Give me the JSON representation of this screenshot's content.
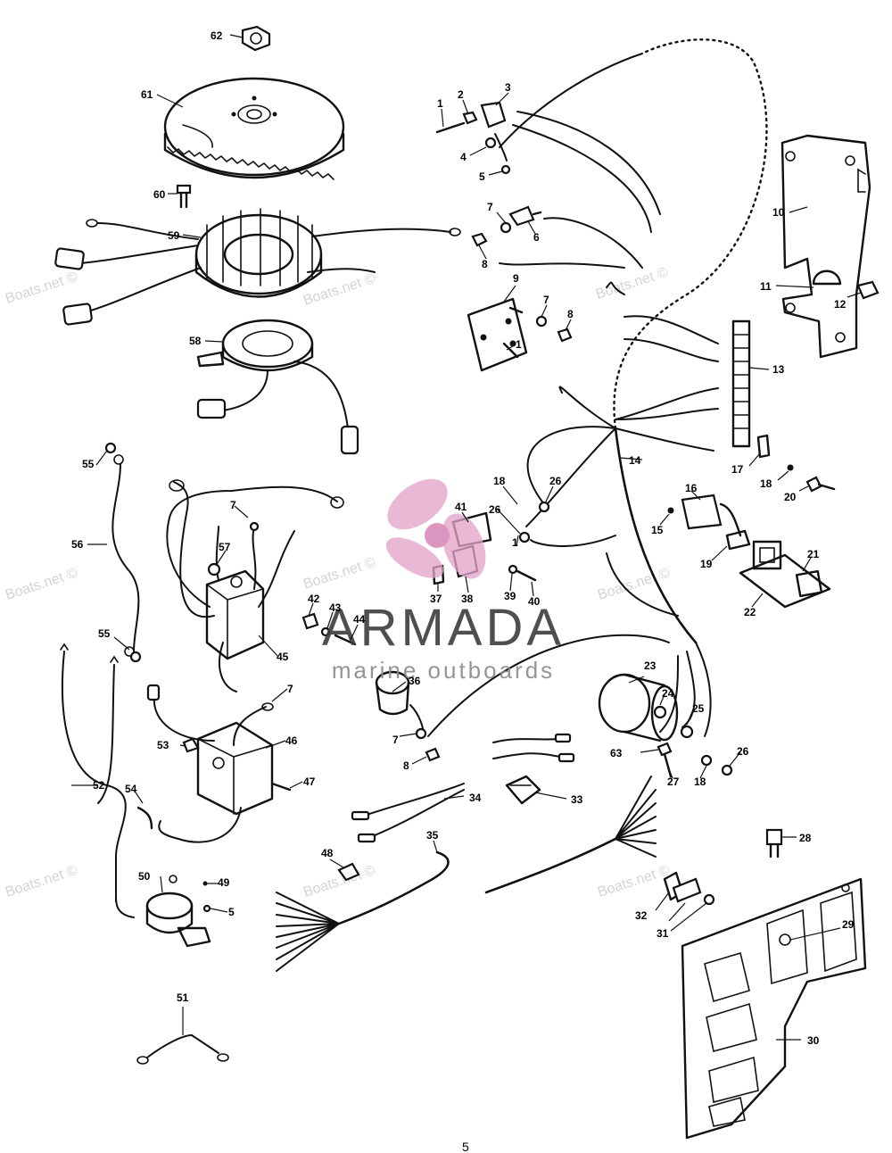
{
  "brand": {
    "title": "ARMADA",
    "subtitle": "marine outboards",
    "logo_color": "#e2a2c8"
  },
  "watermark": "Boats.net ©",
  "page_mark": "5",
  "callouts": [
    "1",
    "2",
    "3",
    "4",
    "5",
    "6",
    "7",
    "8",
    "9",
    "10",
    "11",
    "12",
    "13",
    "14",
    "15",
    "16",
    "17",
    "18",
    "19",
    "20",
    "21",
    "22",
    "23",
    "24",
    "25",
    "26",
    "27",
    "28",
    "29",
    "30",
    "31",
    "32",
    "33",
    "34",
    "35",
    "36",
    "37",
    "38",
    "39",
    "40",
    "41",
    "42",
    "43",
    "44",
    "45",
    "46",
    "47",
    "48",
    "49",
    "50",
    "51",
    "52",
    "53",
    "54",
    "55",
    "56",
    "57",
    "58",
    "59",
    "60",
    "61",
    "62",
    "63"
  ]
}
